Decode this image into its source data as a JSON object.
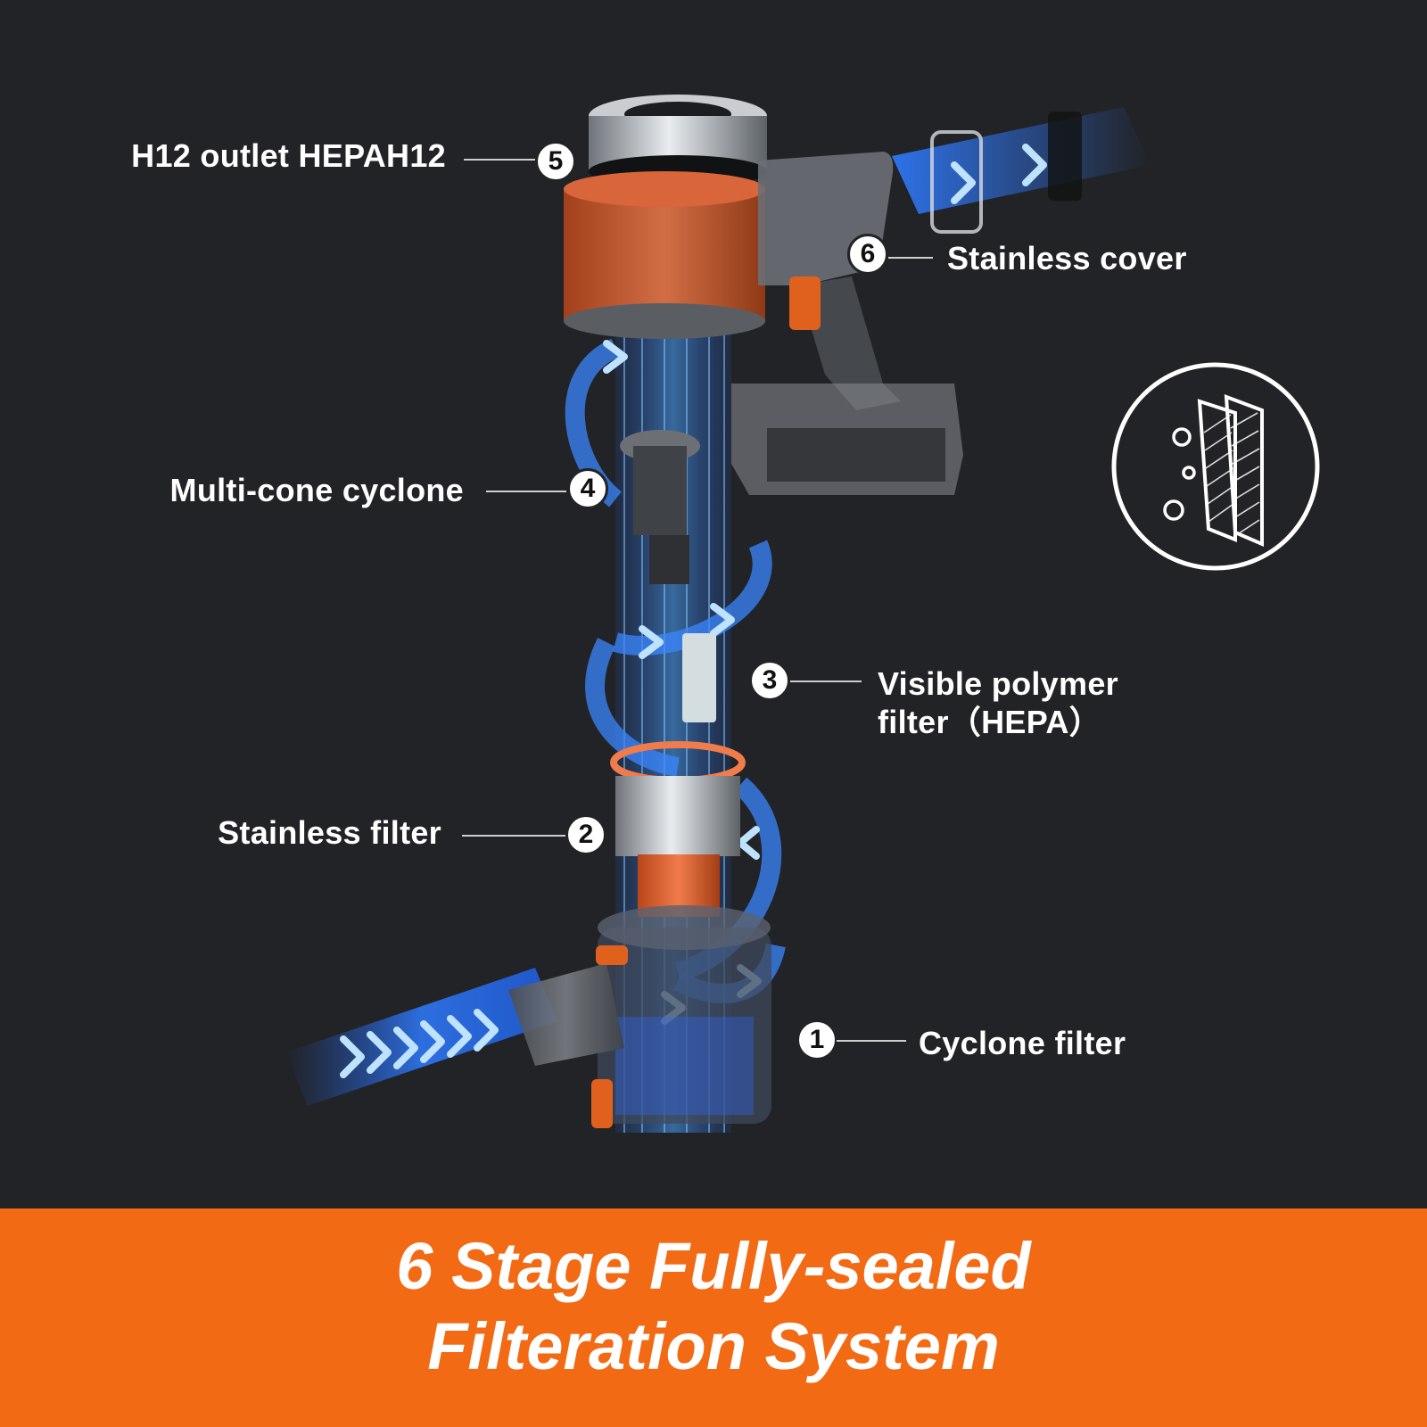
{
  "labels": {
    "s1": {
      "num": "1",
      "text": "Cyclone filter"
    },
    "s2": {
      "num": "2",
      "text": "Stainless filter"
    },
    "s3": {
      "num": "3",
      "text_line1": "Visible polymer",
      "text_line2": "filter（HEPA）"
    },
    "s4": {
      "num": "4",
      "text": "Multi-cone cyclone"
    },
    "s5": {
      "num": "5",
      "text": "H12 outlet HEPAH12"
    },
    "s6": {
      "num": "6",
      "text": "Stainless cover"
    }
  },
  "banner": {
    "line1": "6 Stage Fully-sealed",
    "line2": "Filteration System"
  },
  "icons": {
    "filter_layers": "filter-layers-icon",
    "airflow": "airflow-arrows-icon"
  },
  "colors": {
    "background": "#222326",
    "accent_orange": "#f26a14",
    "airflow_blue": "#2f7bff",
    "text": "#ffffff"
  }
}
